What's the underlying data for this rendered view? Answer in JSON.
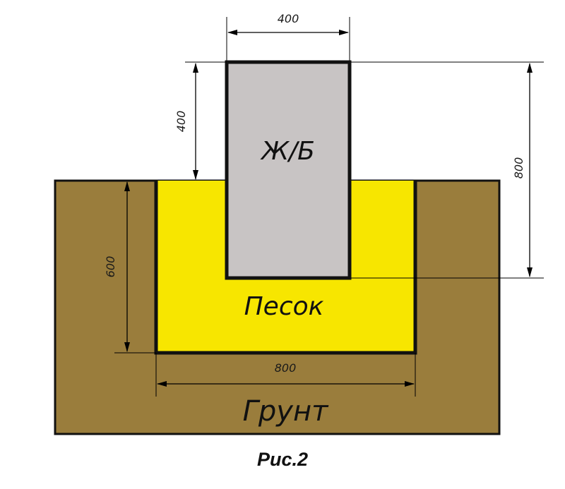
{
  "regions": {
    "ground": {
      "label": "Грунт",
      "color": "#9a7d3c"
    },
    "sand": {
      "label": "Песок",
      "color": "#f7e600"
    },
    "concrete": {
      "label": "Ж/Б",
      "color": "#c8c4c4"
    }
  },
  "dimensions": {
    "pillar_width": "400",
    "pillar_height": "800",
    "pillar_above_ground": "400",
    "sand_depth": "600",
    "sand_width": "800"
  },
  "caption": "Рис.2",
  "colors": {
    "outline": "#111111",
    "dimension_line": "#000000"
  }
}
